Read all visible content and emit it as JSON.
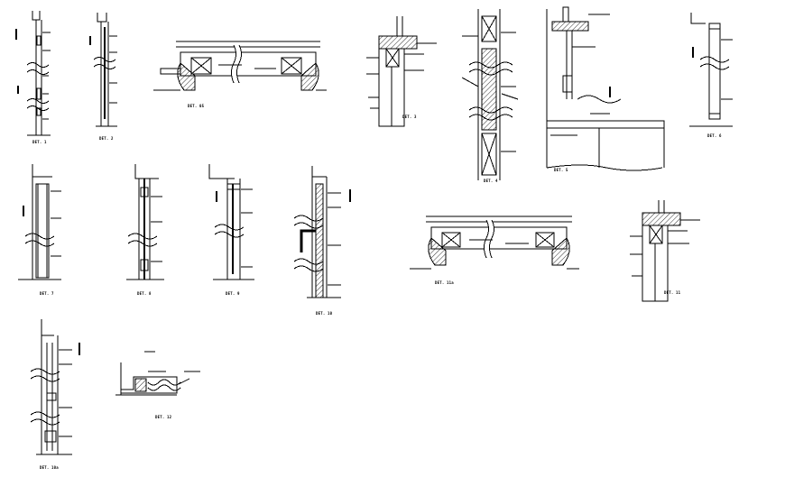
{
  "sheet": {
    "stroke_color": "#000000",
    "background": "#ffffff",
    "details": [
      {
        "id": "det-1",
        "label": "DET. 1"
      },
      {
        "id": "det-2",
        "label": "DET. 2"
      },
      {
        "id": "det-5",
        "label": "DET. 05"
      },
      {
        "id": "det-3",
        "label": "DET. 3"
      },
      {
        "id": "det-4",
        "label": "DET. 4"
      },
      {
        "id": "det-5b",
        "label": "DET. 5"
      },
      {
        "id": "det-6",
        "label": "DET. 6"
      },
      {
        "id": "det-7",
        "label": "DET. 7"
      },
      {
        "id": "det-8",
        "label": "DET. 8"
      },
      {
        "id": "det-9",
        "label": "DET. 9"
      },
      {
        "id": "det-10",
        "label": "DET. 10"
      },
      {
        "id": "det-11a",
        "label": "DET. 11a"
      },
      {
        "id": "det-11",
        "label": "DET. 11"
      },
      {
        "id": "det-10a",
        "label": "DET. 10a"
      },
      {
        "id": "det-12",
        "label": "DET. 12"
      }
    ]
  }
}
